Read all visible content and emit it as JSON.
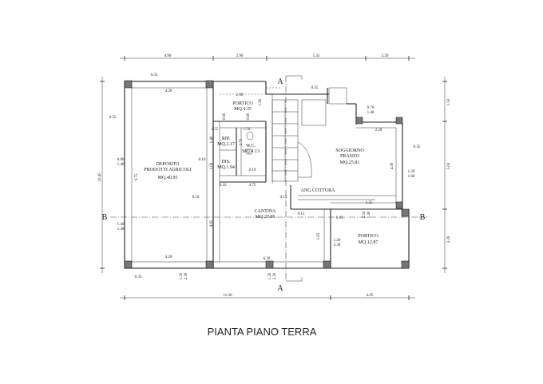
{
  "title": "PIANTA PIANO TERRA",
  "sections": {
    "a_top": "A",
    "a_bottom": "A",
    "b_left": "B",
    "b_right": "B"
  },
  "rooms": {
    "deposito": {
      "name1": "DEPOSITO",
      "name2": "PRODOTTI AGRICOLI",
      "area": "MQ.40.95"
    },
    "portico_top": {
      "name": "PORTICO",
      "area": "MQ.4.35"
    },
    "rip": {
      "name": "RIP.",
      "area": "MQ.2.17"
    },
    "wc": {
      "name": "W.C.",
      "area": "MQ.4.13"
    },
    "dis": {
      "name": "DIS.",
      "area": "MQ.1.94"
    },
    "soggiorno": {
      "name1": "SOGGIORNO",
      "name2": "PRANZO",
      "area": "MQ.25.81"
    },
    "ang_cottura": {
      "name": "ANG.COTTURA"
    },
    "cantina": {
      "name": "CANTINA",
      "area": "MQ.27.06"
    },
    "portico_bottom": {
      "name": "PORTICO",
      "area": "MQ.12.87"
    }
  },
  "dims": {
    "top": [
      "4.90",
      "2.90",
      "5.35",
      "2.20"
    ],
    "bottom": [
      "11.30",
      "4.05"
    ],
    "left_total": "10.45",
    "right": [
      "1.50",
      "5.00",
      "3.20"
    ],
    "inner": {
      "d035a": "0.35",
      "d035b": "0.35",
      "d035c": "0.35",
      "d035d": "0.35",
      "d035e": "0.35",
      "d035f": "0.35",
      "d420a": "4.20",
      "d420b": "4.20",
      "d290": "2.90",
      "d475": "4.75",
      "d630": "6.30",
      "d325": "3.25",
      "d220": "2.20",
      "d150": "1.50",
      "d155": "1.55",
      "d140": "1.40",
      "d250": "2.50",
      "d010a": "0.10",
      "d010b": "0.10",
      "d010c": "0.10",
      "d015a": "0.15",
      "d015b": "0.15",
      "d430": "4.30",
      "d105": "1.05",
      "d190": "1.90",
      "d120a": "1.20",
      "d230a": "2.30",
      "d120b": "1.20",
      "d230b": "2.30",
      "d120c": "1.20",
      "d160": "1.60",
      "d070": "0.70",
      "d140b": "1.40",
      "d080": "0.80",
      "d140c": "1.40",
      "d140d": "1.40",
      "d140e": "1.40",
      "d975": "9.75",
      "d465": "4.65",
      "d275": "2.75",
      "d100": "1.00",
      "d060a": "0.60",
      "d060b": "0.60",
      "d010d": "0.10"
    }
  }
}
